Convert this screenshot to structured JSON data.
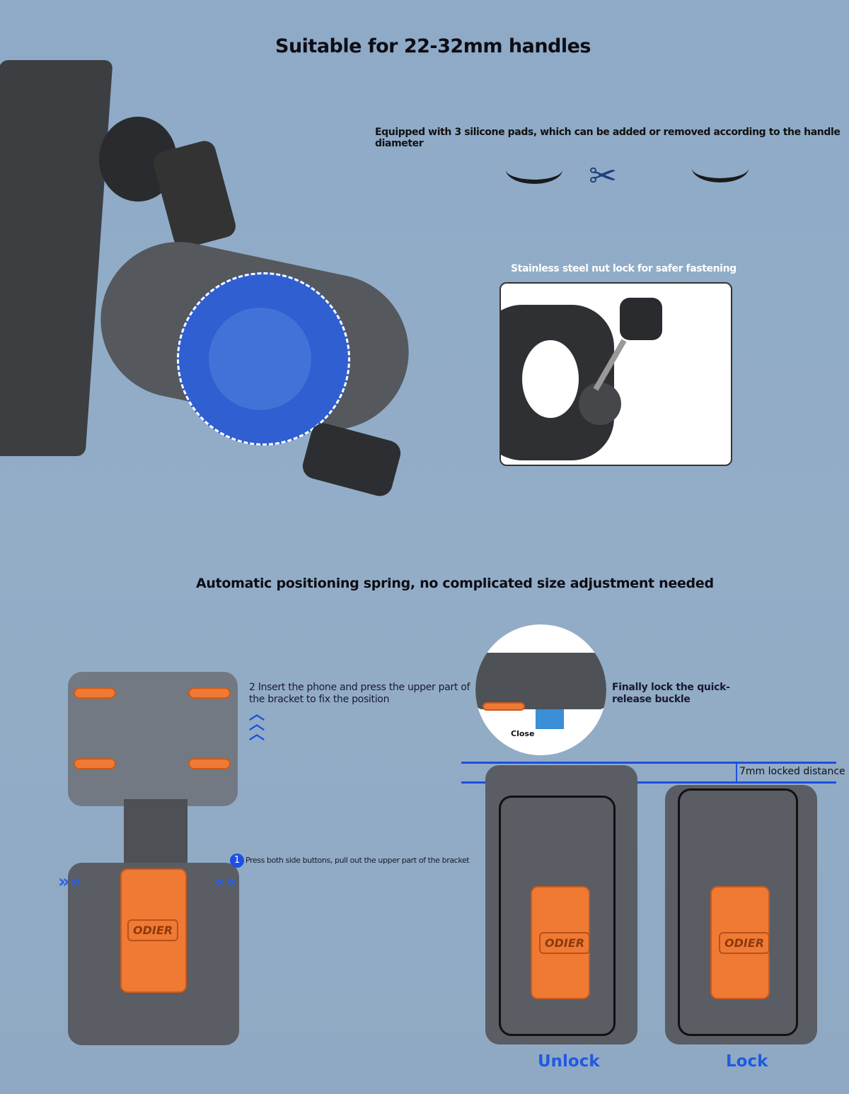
{
  "section1": {
    "title": "Suitable for 22-32mm handles",
    "pads_caption": "Equipped with 3 silicone pads, which can be added or removed according to the handle diameter",
    "nut_caption": "Stainless steel nut lock for safer fastening"
  },
  "section2": {
    "title": "Automatic positioning spring, no complicated size adjustment needed",
    "step2": "2 Insert the phone and press the upper part of the bracket to fix the position",
    "step1_number": "1",
    "step1": "Press both side buttons, pull out the upper part of the bracket",
    "final_step": "Finally lock the quick-release buckle",
    "close_label": "Close",
    "distance_label": "7mm locked distance",
    "brand": "ODIER",
    "unlock_label": "Unlock",
    "lock_label": "Lock"
  },
  "colors": {
    "accent": "#1d4fe3",
    "orange": "#f07a33",
    "background": "#8fa9c4"
  }
}
